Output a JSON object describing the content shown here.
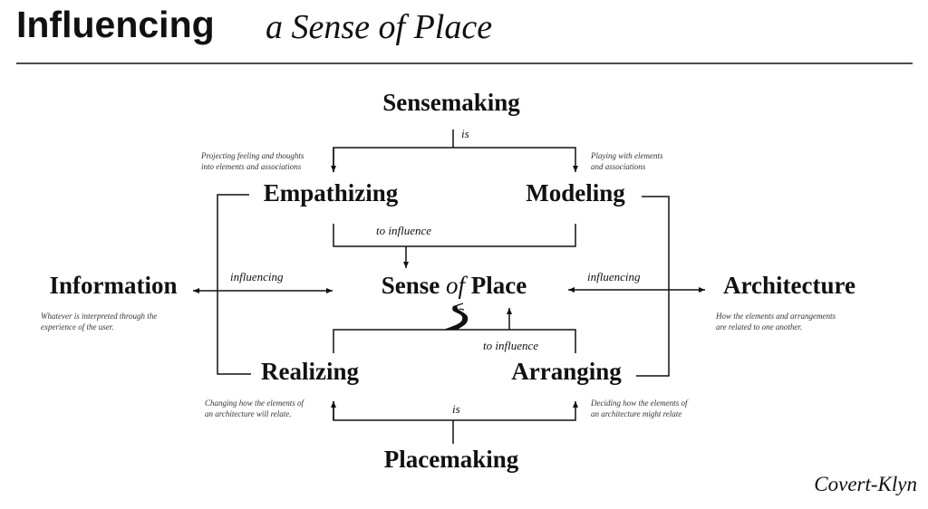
{
  "title": {
    "main": "Influencing",
    "sub": "a Sense of Place"
  },
  "nodes": {
    "sensemaking": "Sensemaking",
    "empathizing": "Empathizing",
    "modeling": "Modeling",
    "information": "Information",
    "sense_pre": "Sense",
    "sense_of": "of",
    "sense_post": "Place",
    "architecture": "Architecture",
    "realizing": "Realizing",
    "arranging": "Arranging",
    "placemaking": "Placemaking"
  },
  "labels": {
    "is_top": "is",
    "is_bottom": "is",
    "to_influence_top": "to influence",
    "to_influence_bottom": "to influence",
    "influencing_left": "influencing",
    "influencing_right": "influencing"
  },
  "descriptions": {
    "empathizing": [
      "Projecting feeling and thoughts",
      "into elements and associations"
    ],
    "modeling": [
      "Playing with elements",
      "and associations"
    ],
    "information": [
      "Whatever is interpreted through the",
      "experience of the user."
    ],
    "architecture": [
      "How the elements and arrangements",
      "are related to one another."
    ],
    "realizing": [
      "Changing how the elements of",
      "an architecture will relate."
    ],
    "arranging": [
      "Deciding how the elements of",
      "an architecture might relate"
    ]
  },
  "signature": "Covert-Klyn",
  "icons": {
    "snake": "snake-icon"
  }
}
